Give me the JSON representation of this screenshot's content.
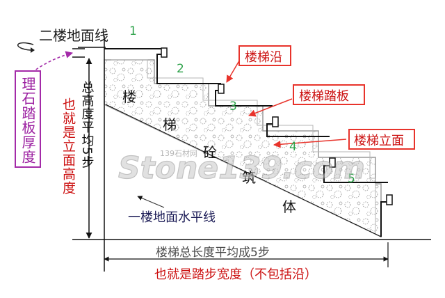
{
  "labels": {
    "floor2_line": "二楼地面线",
    "floor1_line": "一楼地面水平线",
    "stair_nosing": "楼梯沿",
    "stair_tread": "楼梯踏板",
    "stair_riser": "楼梯立面",
    "stone_thickness": "理石踏板厚度",
    "total_height": "总高度平均5步",
    "riser_height": "也就是立面高度",
    "total_length": "楼梯总长度平均成5步",
    "tread_width": "也就是踏步宽度（不包括沿）",
    "stair_body": [
      "楼",
      "梯",
      "砼",
      "筑",
      "体"
    ],
    "step_numbers": [
      "1",
      "2",
      "3",
      "4",
      "5"
    ]
  },
  "watermark": {
    "logo_text": "Stone139.com",
    "small_text": "139石材网"
  },
  "colors": {
    "line": "#111111",
    "red_text": "#cc1111",
    "red_box": "#e8332b",
    "purple": "#a32aa8",
    "purple_text": "#9b1fa0",
    "green": "#2ea24a",
    "blue_dark": "#1a1a55",
    "body_outline": "#9a9a9a",
    "aggregate": "#8c8c8c"
  }
}
